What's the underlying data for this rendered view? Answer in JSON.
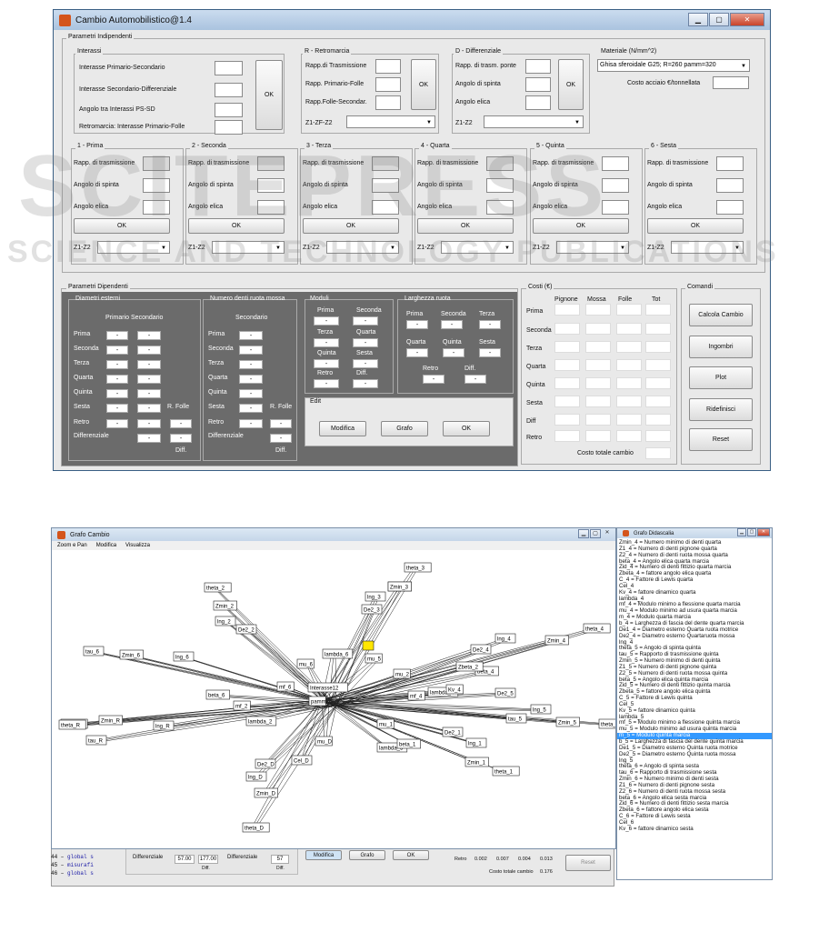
{
  "main_window": {
    "title": "Cambio Automobilistico@1.4"
  },
  "indip": {
    "title": "Parametri Indipendenti",
    "interassi": {
      "title": "Interassi",
      "rows": [
        "Interasse Primario-Secondario",
        "Interasse Secondario-Differenziale",
        "Angolo tra Interassi PS-SD",
        "Retromarcia: Interasse Primario-Folle"
      ],
      "ok": "OK"
    },
    "retro": {
      "title": "R - Retromarcia",
      "rows": [
        "Rapp.di Trasmissione",
        "Rapp. Primario-Folle",
        "Rapp.Folle-Secondar."
      ],
      "ok": "OK",
      "select_label": "Z1-ZF-Z2"
    },
    "diff": {
      "title": "D - Differenziale",
      "rows": [
        "Rapp. di trasm. ponte",
        "Angolo di spinta",
        "Angolo elica"
      ],
      "ok": "OK",
      "select_label": "Z1-Z2"
    },
    "materiale": {
      "title": "Materiale (N/mm^2)",
      "value": "Ghisa sferoidale G25;  R=260  pamm=320",
      "costo": "Costo acciaio €/tonnellata"
    },
    "gears": [
      {
        "title": "1 - Prima"
      },
      {
        "title": "2 - Seconda"
      },
      {
        "title": "3 - Terza"
      },
      {
        "title": "4 - Quarta"
      },
      {
        "title": "5 - Quinta"
      },
      {
        "title": "6 - Sesta"
      }
    ],
    "gear_rows": [
      "Rapp. di trasmissione",
      "Angolo di spinta",
      "Angolo elica"
    ],
    "gear_ok": "OK",
    "gear_select": "Z1-Z2"
  },
  "dip": {
    "title": "Parametri Dipendenti",
    "diametri": {
      "title": "Diametri esterni",
      "cols": "Primario Secondario",
      "rows": [
        "Prima",
        "Seconda",
        "Terza",
        "Quarta",
        "Quinta",
        "Sesta",
        "Retro",
        "Differenziale"
      ],
      "rfolle": "R. Folle",
      "diff": "Diff."
    },
    "denti": {
      "title": "Numero denti ruota mossa",
      "col": "Secondario",
      "rows": [
        "Prima",
        "Seconda",
        "Terza",
        "Quarta",
        "Quinta",
        "Sesta",
        "Retro",
        "Differenziale"
      ],
      "rfolle": "R. Folle",
      "diff": "Diff."
    },
    "moduli": {
      "title": "Moduli",
      "labels": [
        "Prima",
        "Seconda",
        "Terza",
        "Quarta",
        "Quinta",
        "Sesta",
        "Retro",
        "Diff."
      ]
    },
    "larghezza": {
      "title": "Larghezza ruota",
      "labels": [
        "Prima",
        "Seconda",
        "Terza",
        "Quarta",
        "Quinta",
        "Sesta",
        "Retro",
        "Diff."
      ]
    },
    "edit": {
      "title": "Edit",
      "buttons": [
        "Modifica",
        "Grafo",
        "OK"
      ]
    },
    "cell_dash": "-"
  },
  "costi": {
    "title": "Costi (€)",
    "cols": [
      "Pignone",
      "Mossa",
      "Folle",
      "Tot"
    ],
    "rows": [
      "Prima",
      "Seconda",
      "Terza",
      "Quarta",
      "Quinta",
      "Sesta",
      "Diff",
      "Retro"
    ],
    "total": "Costo totale cambio"
  },
  "comandi": {
    "title": "Comandi",
    "buttons": [
      "Calcola Cambio",
      "Ingombri",
      "Plot",
      "Ridefinisci",
      "Reset"
    ]
  },
  "watermark": {
    "big": "SCITEPRESS",
    "small": "SCIENCE AND TECHNOLOGY PUBLICATIONS"
  },
  "grafo": {
    "title": "Grafo Cambio",
    "menu": [
      "Zoom e Pan",
      "Modifica",
      "Visualizza"
    ],
    "nodes": [
      "theta_4",
      "Zmin_4",
      "lng_4",
      "De2_4",
      "theta_2",
      "Zmin_2",
      "lng_2",
      "De2_2",
      "tau_6",
      "Zmin_6",
      "lng_6",
      "theta_6",
      "theta_R",
      "Zmin_R",
      "tau_R",
      "lng_R",
      "theta_1",
      "Zmin_1",
      "lng_1",
      "theta_D",
      "Zmin_D",
      "lng_D",
      "De2_D",
      "theta_3",
      "Zmin_3",
      "lng_3",
      "De2_3",
      "theta_5",
      "Zmin_5",
      "lng_5",
      "tau_5",
      "Interasse12",
      "pamm",
      "mu_6",
      "mu_1",
      "mu_D",
      "lambda_6",
      "lambda_4",
      "lambda_2",
      "Kv_4",
      "beta_4",
      "beta_6",
      "mf_6",
      "mf_4",
      "mf_2",
      "Cel_D",
      "Zbeta_2",
      "De2_5",
      "Zmin_3",
      "mu_2",
      "lambda_5",
      "mu_5",
      "beta_1",
      "De2_1"
    ]
  },
  "didascalia": {
    "title": "Grafo Didascalia",
    "highlighted": "m_5 = Modulo quinta marcia",
    "items": [
      "Zmin_4 = Numero minimo di denti quarta",
      "Z1_4 = Numero di denti pignone quarta",
      "Z2_4 = Numero di denti ruota mossa quarta",
      "beta_4 = Angolo elica quarta marcia",
      "Zid_4 = Numero di denti fittizio quarta marcia",
      "Zbeta_4 = fattore angolo elica quarta",
      "C_4 = Fattore di Lewis quarta",
      "Cel_4",
      "Kv_4 = fattore dinamico quarta",
      "lambda_4",
      "mf_4 = Modulo minimo a flessione quarta marcia",
      "mu_4 = Modulo minimo ad usura quarta marcia",
      "m_4 = Modulo quarta marcia",
      "b_4 = Larghezza di fascia del dente quarta marcia",
      "De1_4 = Diametro esterno Quarta ruota motrice",
      "De2_4 = Diametro esterno Quartaruota mossa",
      "lng_4",
      "theta_5 = Angolo di spinta quinta",
      "tau_5 = Rapporto di trasmissione quinta",
      "Zmin_5 = Numero minimo di denti quinta",
      "Z1_5 = Numero di denti pignone quinta",
      "Z2_5 = Numero di denti ruota mossa quinta",
      "beta_5 = Angolo elica quinta marcia",
      "Zid_5 = Numero di denti fittizio quinta marcia",
      "Zbeta_5 = fattore angolo elica quinta",
      "C_5 = Fattore di Lewis quinta",
      "Cel_5",
      "Kv_5 = fattore dinamico quinta",
      "lambda_5",
      "mf_5 = Modulo minimo a flessione quinta marcia",
      "mu_5 = Modulo minimo ad usura quinta marcia",
      "m_5 = Modulo quinta marcia",
      "b_5 = Larghezza di fascia del dente quinta marcia",
      "De1_5 = Diametro esterno Quinta ruota motrice",
      "De2_5 = Diametro esterno Quinta ruota mossa",
      "lng_5",
      "theta_6 = Angolo di spinta sesta",
      "tau_6 = Rapporto di trasmissione sesta",
      "Zmin_6 = Numero minimo di denti sesta",
      "Z1_6 = Numero di denti pignone sesta",
      "Z2_6 = Numero di denti ruota mossa sesta",
      "beta_6 = Angolo elica sesta marcia",
      "Zid_6 = Numero di denti fittizio sesta marcia",
      "Zbeta_6 = fattore angolo elica sesta",
      "C_6 = Fattore di Lewis sesta",
      "Cel_6",
      "Kv_6 = fattore dinamico sesta"
    ]
  },
  "background": {
    "code_lines": [
      {
        "n": "44",
        "t": "global s"
      },
      {
        "n": "45",
        "t": "misurafi"
      },
      {
        "n": "46",
        "t": "global s"
      }
    ],
    "diff_label": "Differenziale",
    "diff_vals": [
      "57.00",
      "177.00"
    ],
    "diff_lbl": "Diff.",
    "diff2_label": "Differenziale",
    "diff2_val": "57",
    "diff2_lbl": "Diff.",
    "buttons": [
      "Modifica",
      "Grafo",
      "OK"
    ],
    "retro_label": "Retro",
    "retro_vals": [
      "0.002",
      "0.007",
      "0.004",
      "0.013"
    ],
    "total_label": "Costo totale cambio",
    "total_val": "0.176",
    "reset": "Reset"
  }
}
